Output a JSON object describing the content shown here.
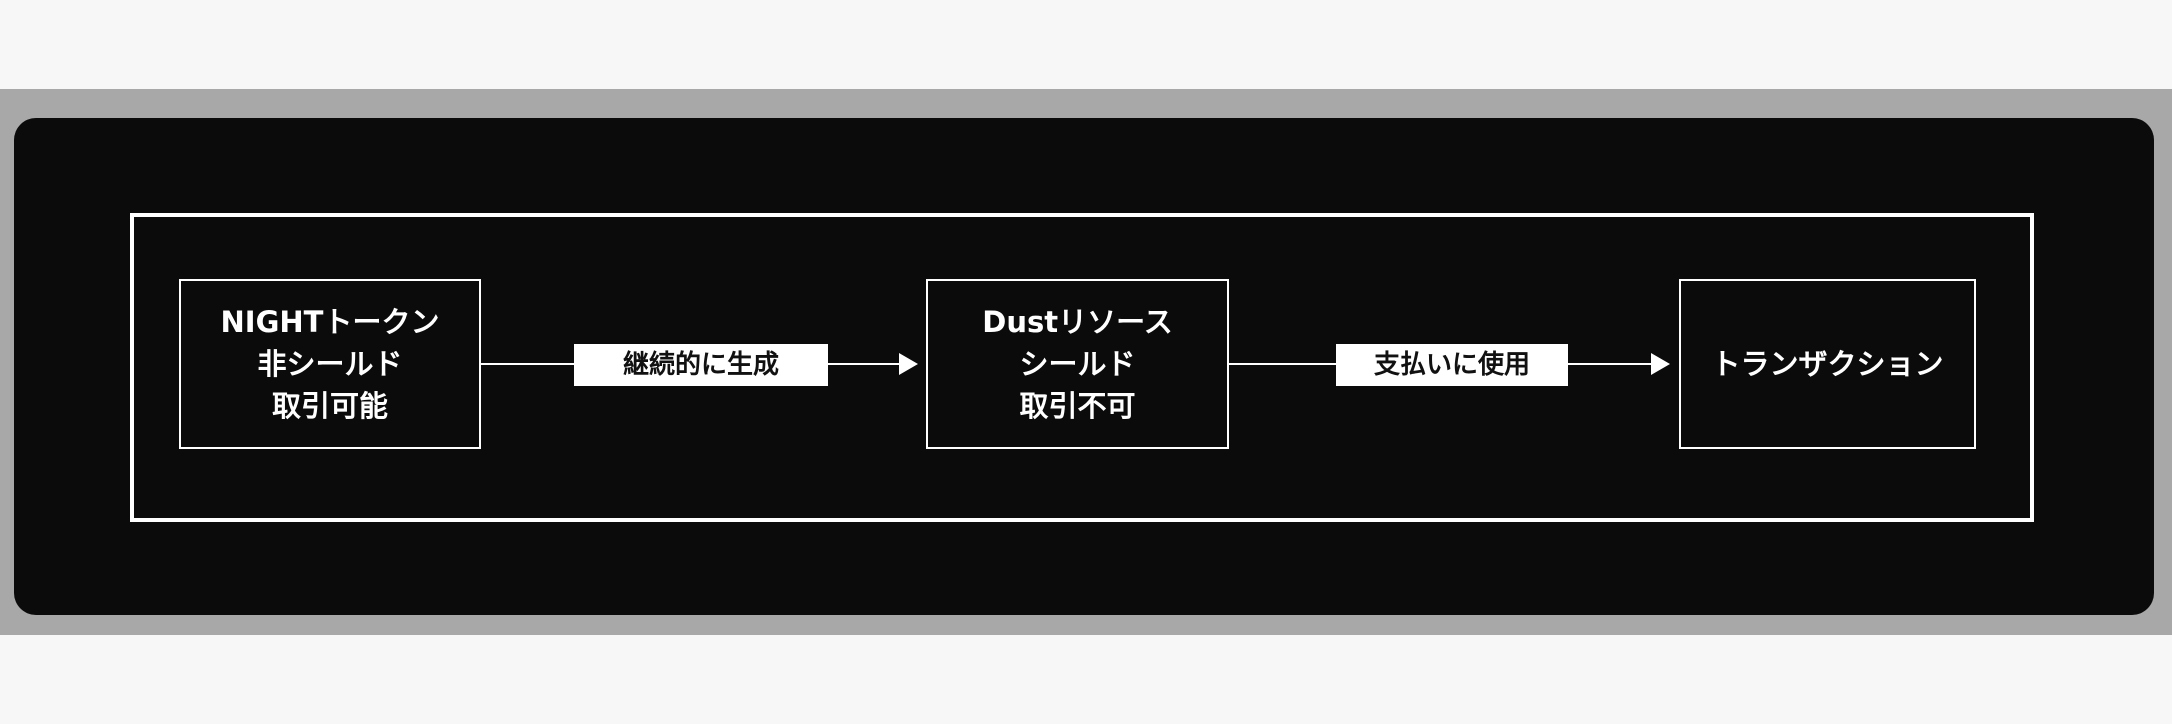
{
  "diagram": {
    "nodes": [
      {
        "id": "night",
        "lines": [
          "NIGHTトークン",
          "非シールド",
          "取引可能"
        ]
      },
      {
        "id": "dust",
        "lines": [
          "Dustリソース",
          "シールド",
          "取引不可"
        ]
      },
      {
        "id": "tx",
        "lines": [
          "トランザクション"
        ]
      }
    ],
    "edges": [
      {
        "from": "night",
        "to": "dust",
        "label": "継続的に生成"
      },
      {
        "from": "dust",
        "to": "tx",
        "label": "支払いに使用"
      }
    ]
  },
  "colors": {
    "background": "#f7f7f7",
    "band": "#a8a8a8",
    "panel": "#0b0b0b",
    "stroke": "#ffffff",
    "label_bg": "#ffffff",
    "label_text": "#111111"
  }
}
